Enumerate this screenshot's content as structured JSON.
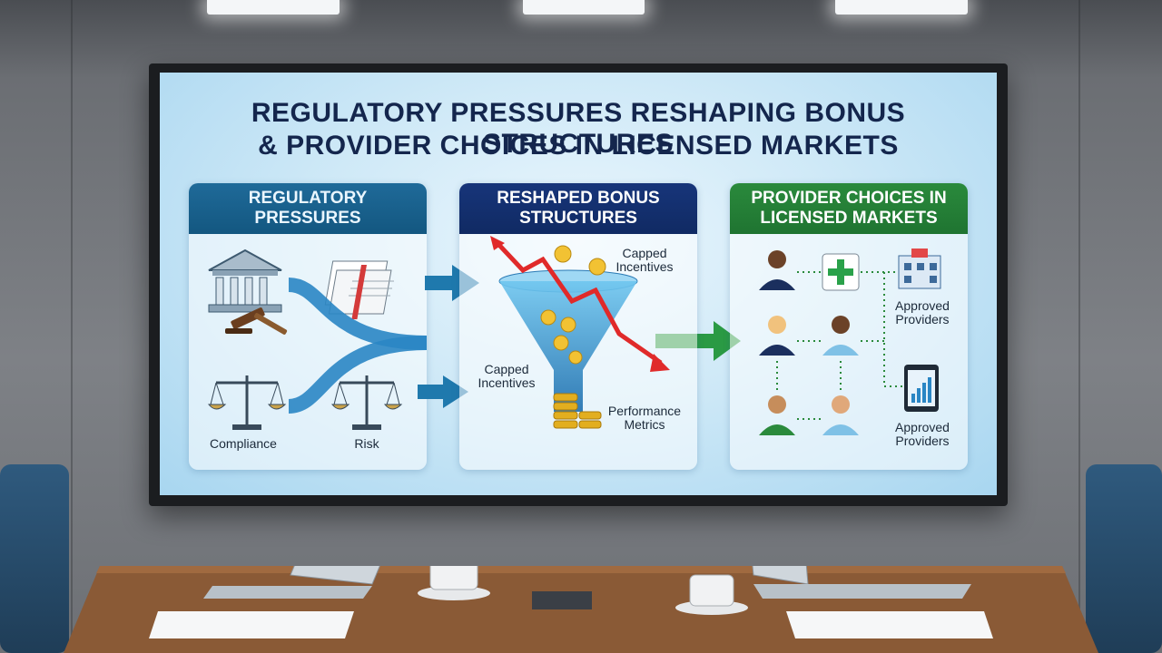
{
  "slide": {
    "title_line1": "REGULATORY PRESSURES RESHAPING BONUS STRUCTURES",
    "title_line2": "& PROVIDER CHOICES IN LICENSED MARKETS"
  },
  "panels": {
    "regulatory": {
      "heading": "REGULATORY PRESSURES",
      "labels": {
        "compliance": "Compliance",
        "risk": "Risk"
      }
    },
    "bonus": {
      "heading": "RESHAPED BONUS STRUCTURES",
      "labels": {
        "capped_top": "Capped Incentives",
        "capped_left": "Capped Incentives",
        "performance": "Performance Metrics"
      }
    },
    "provider": {
      "heading": "PROVIDER CHOICES IN LICENSED MARKETS",
      "labels": {
        "approved_top": "Approved Providers",
        "approved_bottom": "Approved Providers"
      }
    }
  },
  "colors": {
    "title": "#14264d",
    "regulatory_header": "#1f6a99",
    "bonus_header": "#17357a",
    "provider_header": "#2a8a3c",
    "trend_arrow": "#e02a2a"
  },
  "icons": [
    "bank-icon",
    "gavel-icon",
    "documents-icon",
    "scales-icon",
    "funnel-icon",
    "coin-icon",
    "person-icon",
    "medical-cross-icon",
    "hospital-icon",
    "tablet-chart-icon"
  ]
}
